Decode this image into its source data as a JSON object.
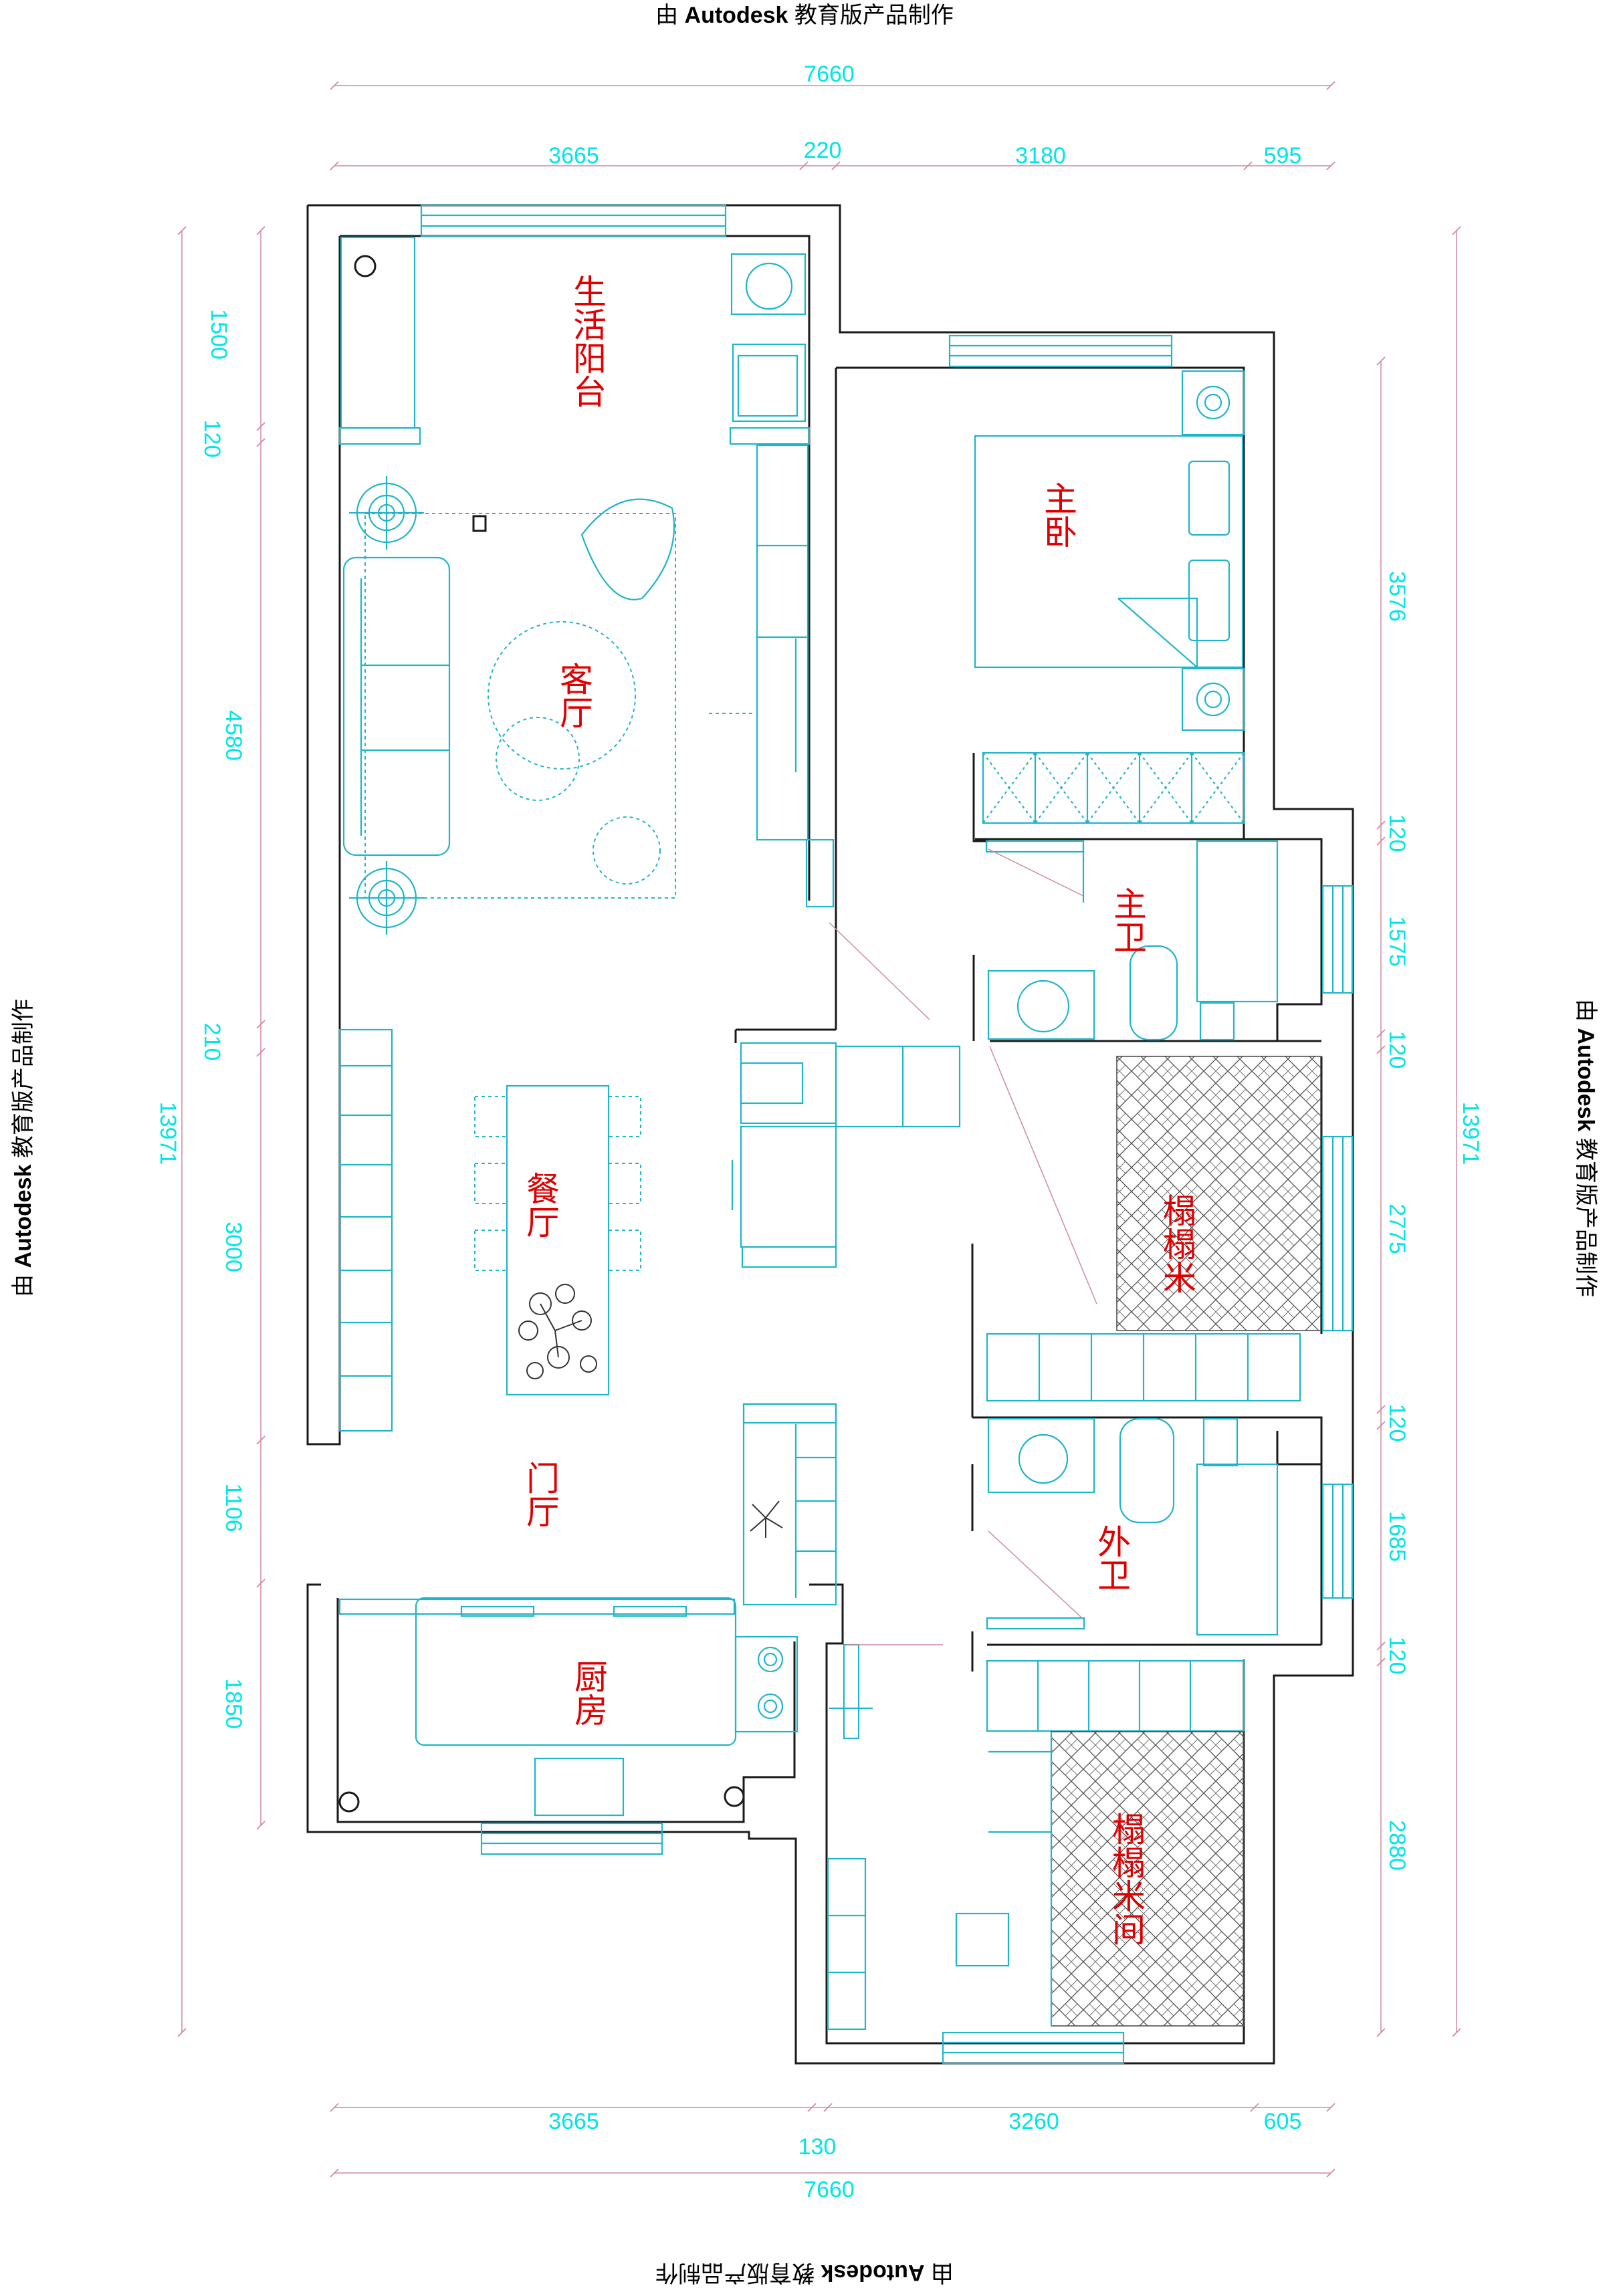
{
  "watermark": {
    "prefix": "由",
    "brand": "Autodesk",
    "suffix": "教育版产品制作"
  },
  "dimensions": {
    "top_total": "7660",
    "top_segments": [
      "3665",
      "220",
      "3180",
      "595"
    ],
    "bottom_segments": [
      "3665",
      "3260",
      "605"
    ],
    "bottom_small": "130",
    "bottom_total": "7660",
    "left_segments": [
      "1500",
      "120",
      "4580",
      "210",
      "3000",
      "1106",
      "1850"
    ],
    "left_total": "13971",
    "right_segments": [
      "3576",
      "120",
      "1575",
      "120",
      "2775",
      "120",
      "1685",
      "120",
      "2880"
    ],
    "right_total": "13971"
  },
  "rooms": {
    "balcony": "生活阳台",
    "living": "客厅",
    "dining": "餐厅",
    "foyer": "门厅",
    "kitchen": "厨房",
    "master_bedroom": "主卧",
    "master_bath": "主卫",
    "tatami1": "榻榻米",
    "guest_bath": "外卫",
    "tatami2": "榻榻米间"
  },
  "colors": {
    "dimension": "#00e5e5",
    "room_label": "#e00000",
    "wall": "#1a1a1a",
    "furniture": "#20b5c8"
  }
}
